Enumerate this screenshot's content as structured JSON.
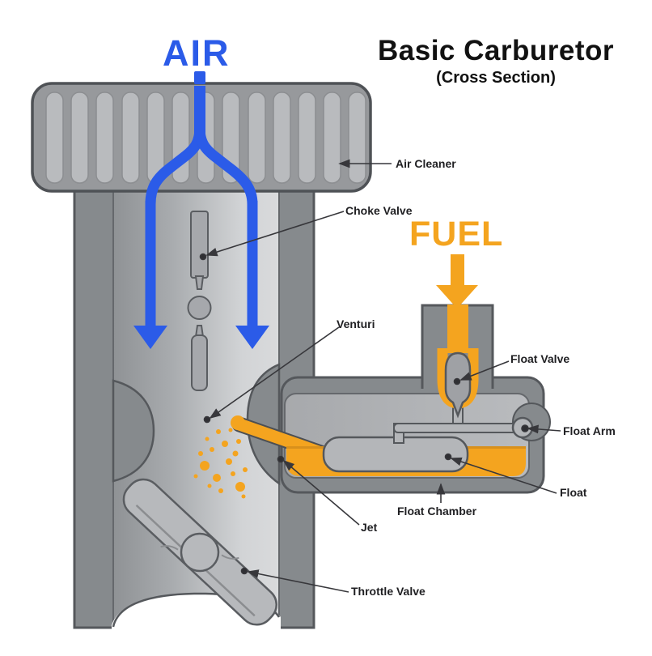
{
  "title": {
    "main": "Basic Carburetor",
    "sub": "(Cross Section)"
  },
  "flows": {
    "air": "AIR",
    "fuel": "FUEL"
  },
  "parts": {
    "air_cleaner": "Air Cleaner",
    "choke_valve": "Choke Valve",
    "venturi": "Venturi",
    "float_valve": "Float Valve",
    "float_arm": "Float Arm",
    "float": "Float",
    "float_chamber": "Float Chamber",
    "jet": "Jet",
    "throttle_valve": "Throttle Valve"
  },
  "colors": {
    "air_blue": "#2b5be8",
    "fuel_orange": "#f4a41f",
    "fuel_orange_dark": "#d8901c",
    "body_gray": "#868a8d",
    "interior_light": "#d9dadc",
    "chamber_gray": "#aeb0b3",
    "plate_gray": "#b4b6b9",
    "outline": "#55585c",
    "label_text": "#1f1f22"
  }
}
